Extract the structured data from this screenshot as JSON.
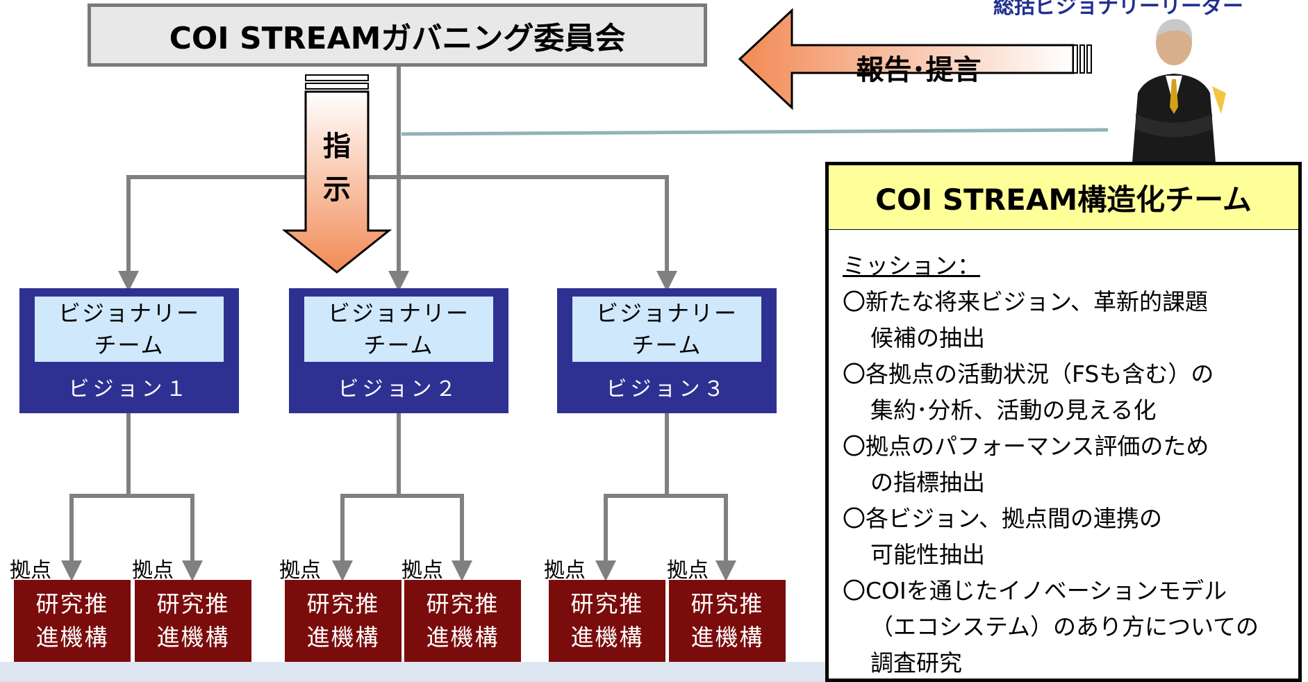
{
  "committee": {
    "label": "COI STREAMガバニング委員会"
  },
  "leader": {
    "label": "総括ビジョナリーリーダー"
  },
  "arrows": {
    "report": "報告･提言",
    "instruction_line1": "指",
    "instruction_line2": "示"
  },
  "vision_teams": [
    {
      "line1": "ビジョナリー",
      "line2": "チーム",
      "vision": "ビジョン１"
    },
    {
      "line1": "ビジョナリー",
      "line2": "チーム",
      "vision": "ビジョン２"
    },
    {
      "line1": "ビジョナリー",
      "line2": "チーム",
      "vision": "ビジョン３"
    }
  ],
  "kyoten_label": "拠点",
  "kikou": {
    "line1": "研究推",
    "line2": "進機構"
  },
  "structuring_team": {
    "title": "COI STREAM構造化チーム",
    "mission_label": "ミッション：",
    "mission_lines": [
      "〇新たな将来ビジョン、革新的課題",
      "候補の抽出",
      "〇各拠点の活動状況（FSも含む）の",
      "集約･分析、活動の見える化",
      "〇拠点のパフォーマンス評価のため",
      "の指標抽出",
      "〇各ビジョン、拠点間の連携の",
      "可能性抽出",
      "〇COIを通じたイノベーションモデル",
      "（エコシステム）のあり方についての",
      "調査研究"
    ]
  },
  "colors": {
    "vision_team_bg": "#2e3192",
    "vision_team_inner": "#cfe8fb",
    "kikou_bg": "#7b0c0c",
    "team_title_bg": "#ffff99",
    "arrow_fill": "#f5a070",
    "connector": "#808080"
  }
}
